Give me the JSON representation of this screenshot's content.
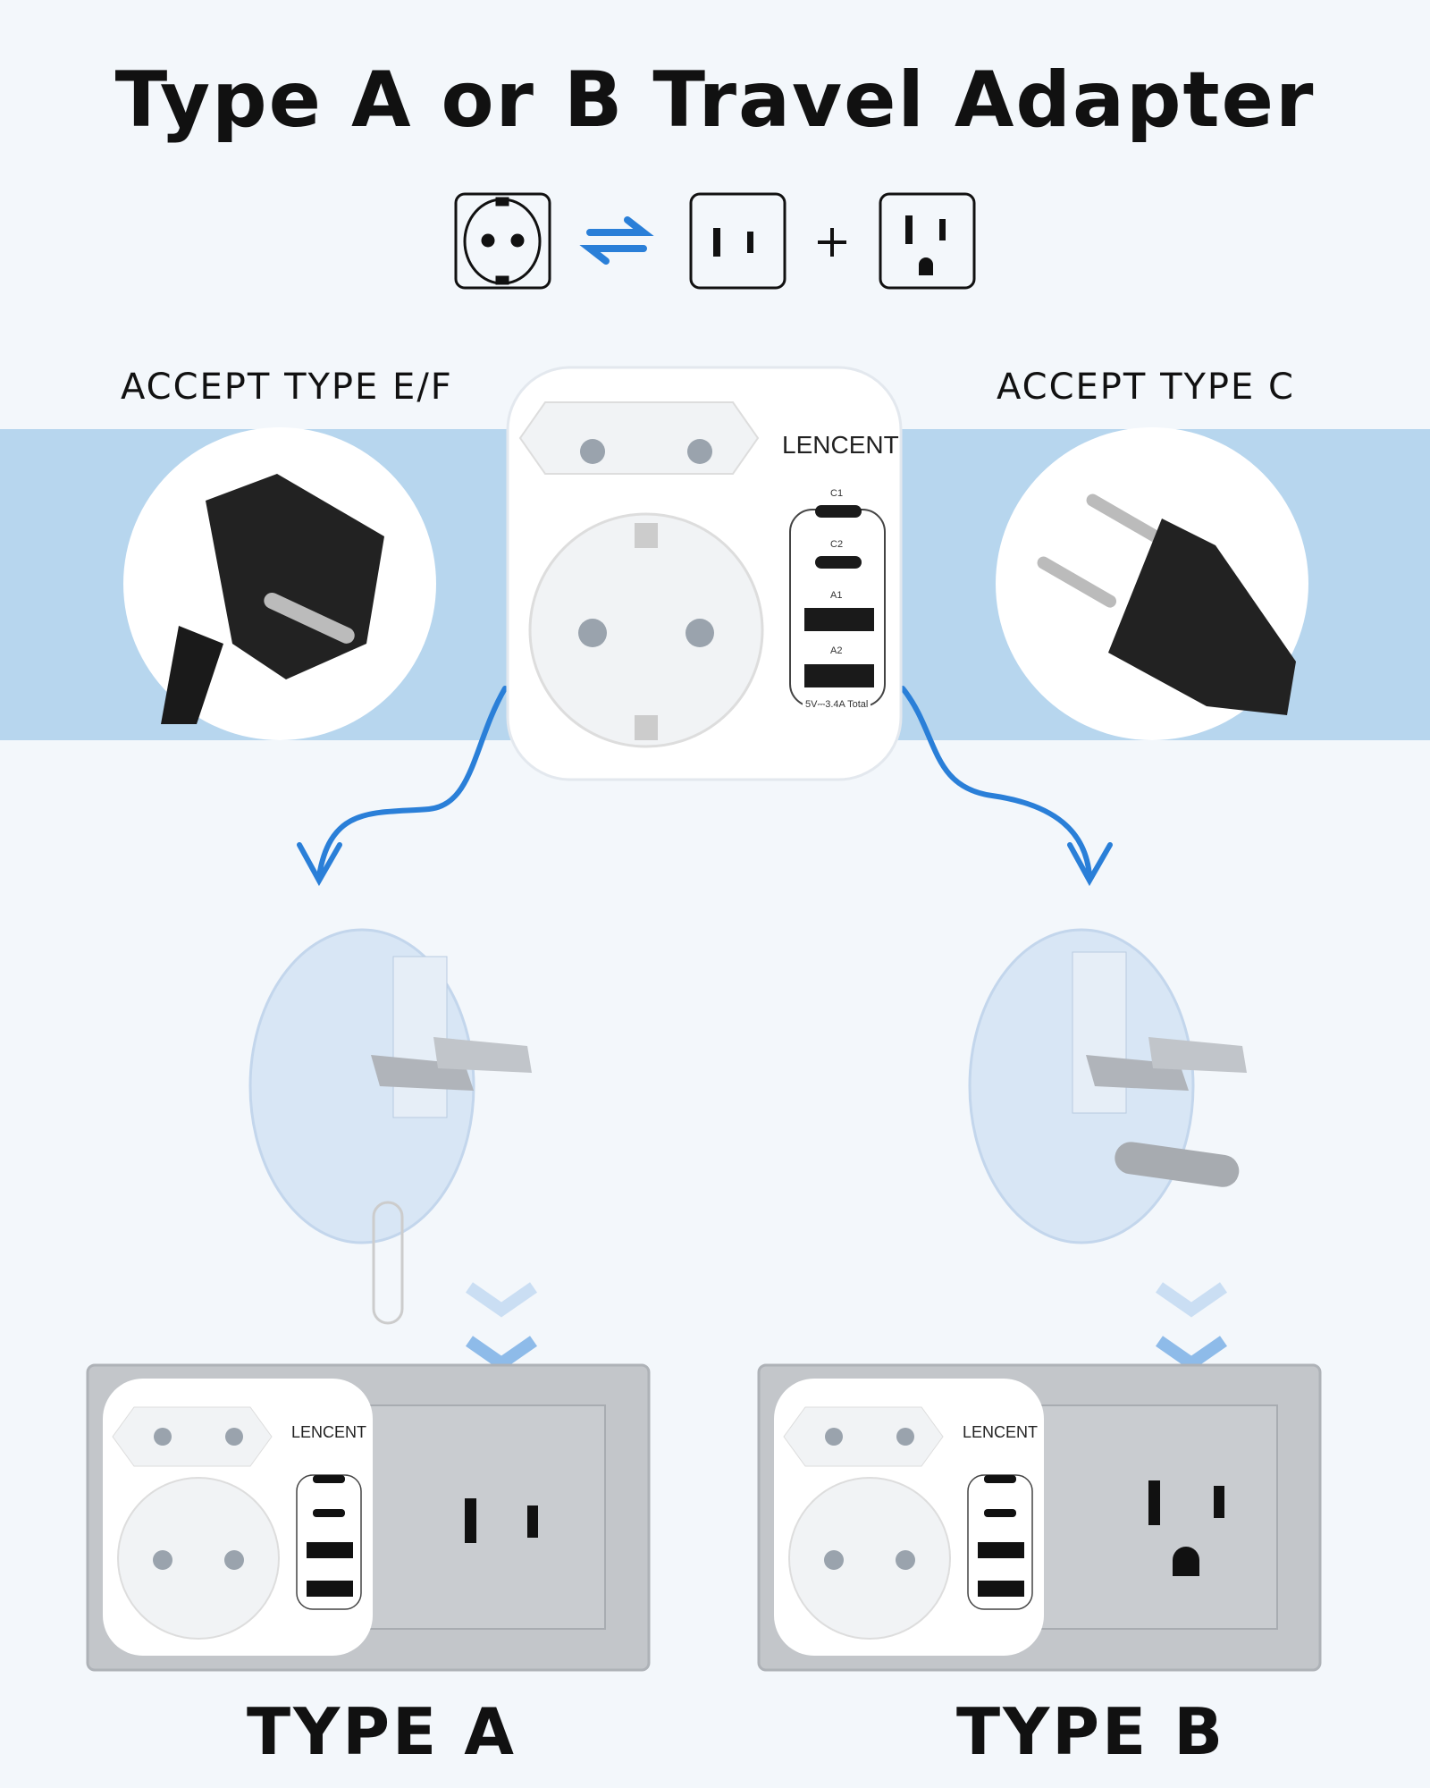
{
  "title": "Type A or B Travel Adapter",
  "icons": [
    "schuko-socket-icon",
    "swap-arrows-icon",
    "type-a-socket-icon",
    "plus-icon",
    "type-b-socket-icon"
  ],
  "left_label": "ACCEPT TYPE E/F",
  "right_label": "ACCEPT TYPE C",
  "adapter": {
    "brand": "LENCENT",
    "ports": [
      "C1",
      "C2",
      "A1",
      "A2"
    ],
    "rating": "5V⎓3.4A Total"
  },
  "type_a_label": "TYPE A",
  "type_b_label": "TYPE B",
  "colors": {
    "accent": "#2a7fd8",
    "band": "#b7d6ee",
    "background": "#f3f7fb"
  }
}
